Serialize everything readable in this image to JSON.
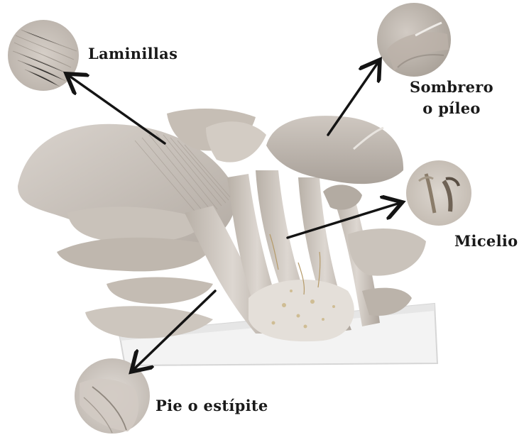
{
  "labels": {
    "laminillas": "Laminillas",
    "sombrero_line1": "Sombrero",
    "sombrero_line2": "o píleo",
    "micelio": "Micelio",
    "pie": "Pie o estípite"
  },
  "colors": {
    "background": "#ffffff",
    "mushroom_light": "#d8d2cc",
    "mushroom_mid": "#bdb5ad",
    "mushroom_dark": "#8c847c",
    "arrow": "#141414",
    "label_text": "#1a1a1a",
    "container": "#f2f2f2"
  }
}
